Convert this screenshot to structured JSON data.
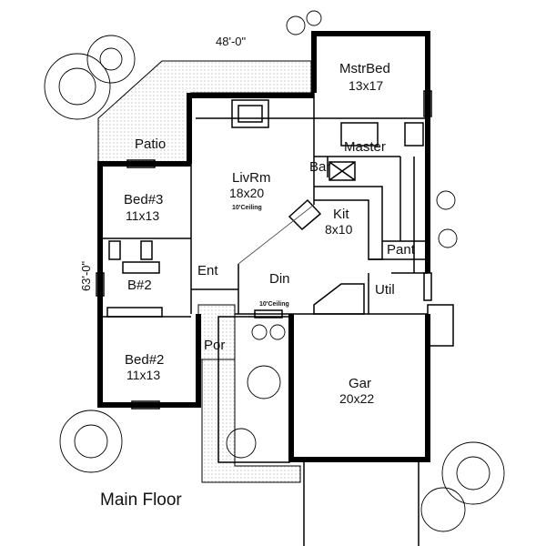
{
  "title": "Main Floor",
  "dimensions": {
    "width": "48'-0\"",
    "depth": "63'-0\""
  },
  "rooms": {
    "master_bed": {
      "name": "MstrBed",
      "size": "13x17"
    },
    "master_bath": {
      "name": "Master"
    },
    "bar": {
      "name": "Bar"
    },
    "living": {
      "name": "LivRm",
      "size": "18x20",
      "note": "10'Ceiling"
    },
    "kitchen": {
      "name": "Kit",
      "size": "8x10"
    },
    "pantry": {
      "name": "Pant"
    },
    "patio": {
      "name": "Patio"
    },
    "bed3": {
      "name": "Bed#3",
      "size": "11x13"
    },
    "bath2": {
      "name": "B#2"
    },
    "entry": {
      "name": "Ent"
    },
    "dining": {
      "name": "Din",
      "note": "10'Ceiling"
    },
    "utility": {
      "name": "Util"
    },
    "porch": {
      "name": "Por"
    },
    "bed2": {
      "name": "Bed#2",
      "size": "11x13"
    },
    "garage": {
      "name": "Gar",
      "size": "20x22"
    }
  }
}
